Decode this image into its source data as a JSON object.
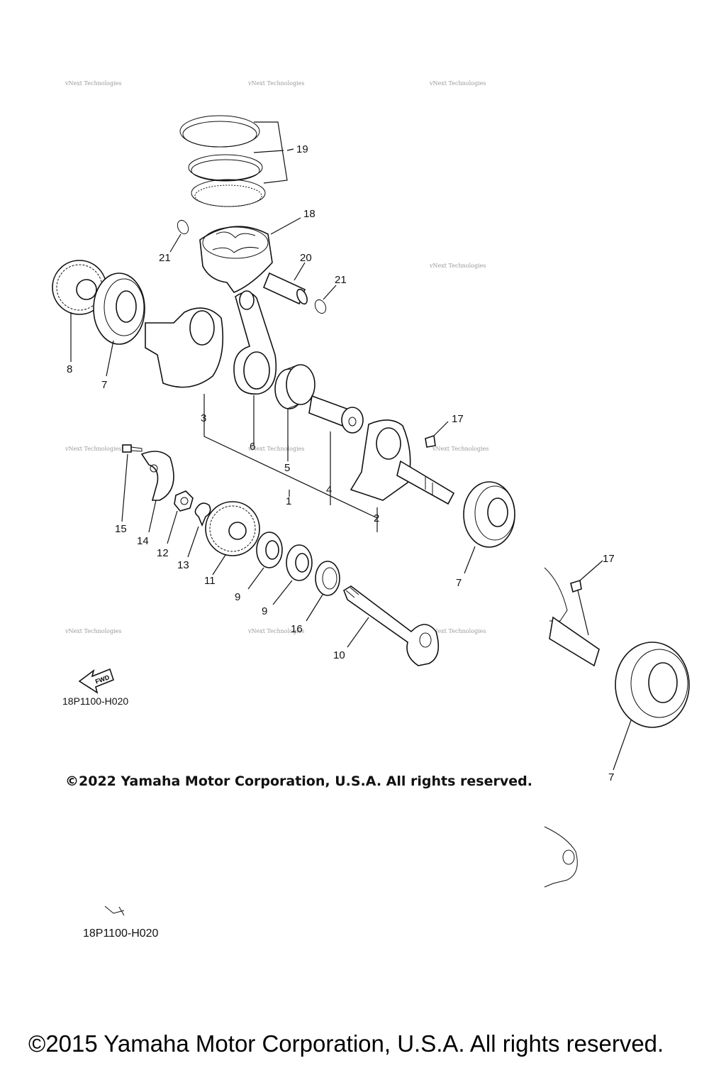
{
  "diagram_code_primary": "18P1100-H020",
  "diagram_code_secondary": "18P1100-H020",
  "copyright_2022": "©2022 Yamaha Motor Corporation, U.S.A. All rights reserved.",
  "copyright_2015": "©2015 Yamaha Motor Corporation, U.S.A. All rights reserved.",
  "fwd_label": "FWD",
  "watermark_text": "vNext Technologies",
  "callouts": {
    "c19": "19",
    "c18": "18",
    "c21a": "21",
    "c20": "20",
    "c21b": "21",
    "c8": "8",
    "c7a": "7",
    "c3": "3",
    "c6": "6",
    "c5": "5",
    "c4": "4",
    "c1": "1",
    "c2": "2",
    "c17a": "17",
    "c7b": "7",
    "c15": "15",
    "c14": "14",
    "c12": "12",
    "c13": "13",
    "c11": "11",
    "c9a": "9",
    "c9b": "9",
    "c16": "16",
    "c10": "10",
    "c17b": "17",
    "c7c": "7"
  }
}
